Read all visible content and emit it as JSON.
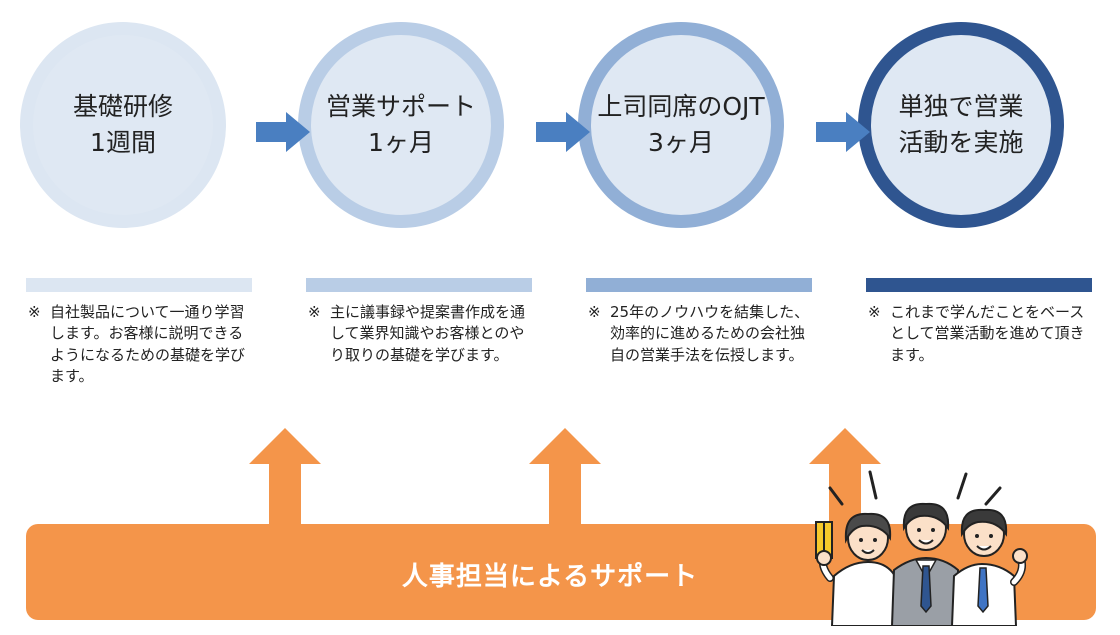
{
  "steps": [
    {
      "line1": "基礎研修",
      "line2": "1週間"
    },
    {
      "line1": "営業サポート",
      "line2": "1ヶ月"
    },
    {
      "line1": "上司同席のOJT",
      "line2": "3ヶ月"
    },
    {
      "line1": "単独で営業",
      "line2": "活動を実施"
    }
  ],
  "notes": [
    {
      "mark": "※",
      "text": "自社製品について一通り学習します。お客様に説明できるようになるための基礎を学びます。"
    },
    {
      "mark": "※",
      "text": "主に議事録や提案書作成を通して業界知識やお客様とのやり取りの基礎を学びます。"
    },
    {
      "mark": "※",
      "text": "25年のノウハウを結集した、効率的に進めるための会社独自の営業手法を伝授します。"
    },
    {
      "mark": "※",
      "text": "これまで学んだことをベースとして営業活動を進めて頂きます。"
    }
  ],
  "support": {
    "label": "人事担当によるサポート"
  },
  "colors": {
    "step1": "#dce6f2",
    "step2": "#b9cde6",
    "step3": "#91afd6",
    "step4": "#2f5590",
    "arrow": "#4a7fc1",
    "support": "#f4954a"
  },
  "icons": {
    "people": "cheering-team-illustration"
  }
}
